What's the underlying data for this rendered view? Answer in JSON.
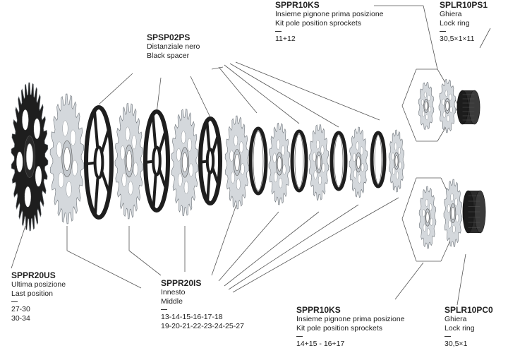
{
  "labels": {
    "spsp02ps": {
      "code": "SPSP02PS",
      "it": "Distanziale nero",
      "en": "Black spacer"
    },
    "sppr10ks_top": {
      "code": "SPPR10KS",
      "it": "Insieme pignone prima posizione",
      "en": "Kit pole position sprockets",
      "sizes": [
        "11+12"
      ]
    },
    "splr10ps1": {
      "code": "SPLR10PS1",
      "it": "Ghiera",
      "en": "Lock ring",
      "sizes": [
        "30,5×1×11"
      ]
    },
    "sppr20us": {
      "code": "SPPR20US",
      "it": "Ultima posizione",
      "en": "Last position",
      "sizes": [
        "27-30",
        "30-34"
      ]
    },
    "sppr20is": {
      "code": "SPPR20IS",
      "it": "Innesto",
      "en": "Middle",
      "sizes": [
        "13-14-15-16-17-18",
        "19-20-21-22-23-24-25-27"
      ]
    },
    "sppr10ks_bottom": {
      "code": "SPPR10KS",
      "it": "Insieme pignone prima posizione",
      "en": "Kit pole position sprockets",
      "sizes": [
        "14+15 - 16+17"
      ]
    },
    "splr10pc0": {
      "code": "SPLR10PC0",
      "it": "Ghiera",
      "en": "Lock ring",
      "sizes": [
        "30,5×1"
      ]
    }
  },
  "colors": {
    "line": "#555555",
    "silver": "#d4d8dc",
    "silver_dark": "#9aa0a6",
    "black": "#1e1e1e",
    "hex": "#ffffff",
    "text": "#222222"
  }
}
